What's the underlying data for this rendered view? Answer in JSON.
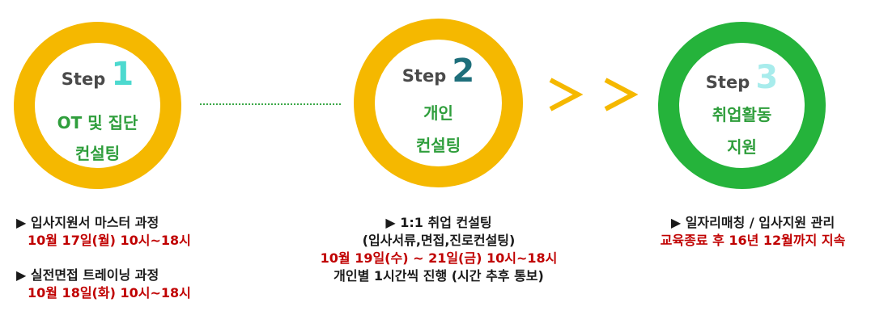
{
  "steps": [
    {
      "word": "Step",
      "number": "1",
      "line1": "OT 및 집단",
      "line2": "컨설팅",
      "ring_color": "#f5b800"
    },
    {
      "word": "Step",
      "number": "2",
      "line1": "개인",
      "line2": "컨설팅",
      "ring_color": "#f5b800"
    },
    {
      "word": "Step",
      "number": "3",
      "line1": "취업활동",
      "line2": "지원",
      "ring_color": "#25b33b"
    }
  ],
  "connectors": {
    "dotted_color": "#3ba848",
    "chevron_color": "#f5b800",
    "chevron_glyph": "chevron-right-icon"
  },
  "details": {
    "step1": [
      {
        "title": "▶ 입사지원서 마스터 과정",
        "date": "10월 17일(월) 10시~18시"
      },
      {
        "title": "▶ 실전면접 트레이닝 과정",
        "date": "10월 18일(화) 10시~18시"
      }
    ],
    "step2": {
      "title": "▶ 1:1 취업 컨설팅",
      "subtitle": "(입사서류,면접,진로컨설팅)",
      "date": "10월 19일(수) ~ 21일(금) 10시~18시",
      "note": "개인별 1시간씩 진행 (시간 추후 통보)"
    },
    "step3": {
      "title": "▶ 일자리매칭 / 입사지원 관리",
      "date": "교육종료 후 16년 12월까지 지속"
    }
  }
}
